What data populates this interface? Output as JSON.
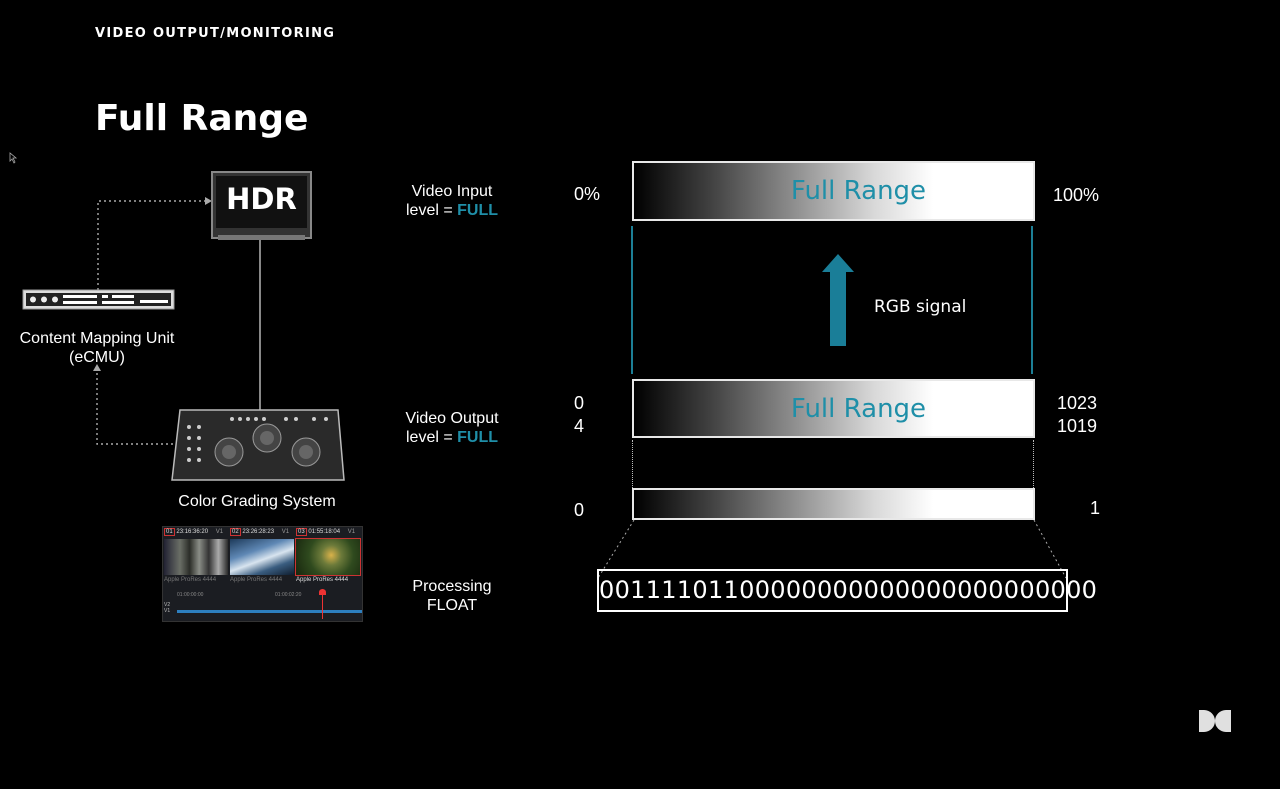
{
  "header": {
    "section": "VIDEO OUTPUT/MONITORING",
    "title": "Full Range"
  },
  "devices": {
    "monitor_label": "HDR",
    "cmu_label": "Content Mapping Unit (eCMU)",
    "cmu_line1": "Content Mapping Unit",
    "cmu_line2": "(eCMU)",
    "grading_label": "Color Grading System"
  },
  "timeline": {
    "clips": [
      {
        "index": "01",
        "tc": "23:16:36:20",
        "track": "V1",
        "codec": "Apple ProRes 4444"
      },
      {
        "index": "02",
        "tc": "23:26:28:23",
        "track": "V1",
        "codec": "Apple ProRes 4444"
      },
      {
        "index": "03",
        "tc": "01:55:18:04",
        "track": "V1",
        "codec": "Apple ProRes 4444"
      }
    ],
    "ruler_start": "01:00:00:00",
    "ruler_mark": "01:00:02:20",
    "tracks": [
      "V2",
      "V1"
    ]
  },
  "levels": {
    "input": {
      "line1": "Video Input",
      "line2_prefix": "level = ",
      "value": "FULL"
    },
    "output": {
      "line1": "Video Output",
      "line2_prefix": "level = ",
      "value": "FULL"
    },
    "processing": {
      "line1": "Processing",
      "line2": "FLOAT"
    }
  },
  "bars": {
    "input": {
      "label": "Full Range",
      "left": "0%",
      "right": "100%"
    },
    "output": {
      "label": "Full Range",
      "left_top": "0",
      "left_bottom": "4",
      "right_top": "1023",
      "right_bottom": "1019"
    },
    "float": {
      "left": "0",
      "right": "1"
    }
  },
  "signal_label": "RGB signal",
  "bits": "00111101100000000000000000000000",
  "colors": {
    "accent": "#1f8fa8",
    "background": "#000000"
  }
}
